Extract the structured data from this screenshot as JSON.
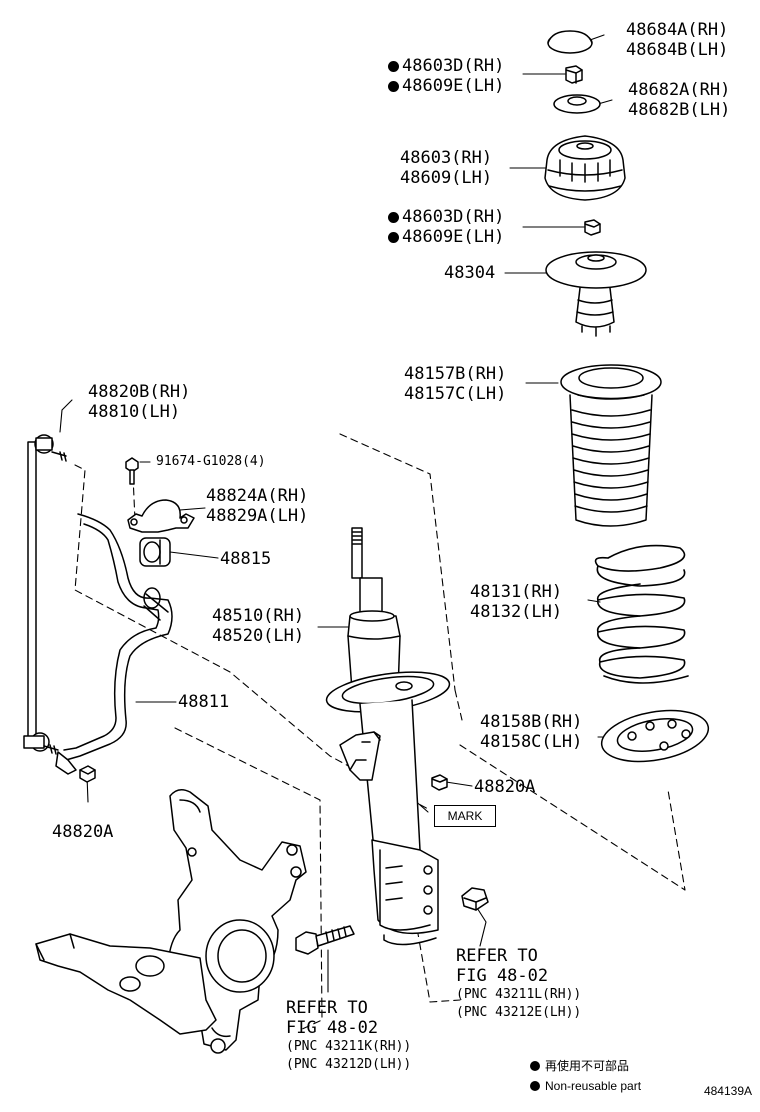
{
  "labels": {
    "cap": [
      "48684A(RH)",
      "48684B(LH)"
    ],
    "nut_top": [
      "48603D(RH)",
      "48609E(LH)"
    ],
    "seat": [
      "48682A(RH)",
      "48682B(LH)"
    ],
    "support": [
      "48603(RH)",
      "48609(LH)"
    ],
    "nut_mid": [
      "48603D(RH)",
      "48609E(LH)"
    ],
    "upper_seat": "48304",
    "bumper": [
      "48157B(RH)",
      "48157C(LH)"
    ],
    "link": [
      "48820B(RH)",
      "48810(LH)"
    ],
    "bolt": "91674-G1028(4)",
    "bracket": [
      "48824A(RH)",
      "48829A(LH)"
    ],
    "bushing": "48815",
    "coil": [
      "48131(RH)",
      "48132(LH)"
    ],
    "absorber": [
      "48510(RH)",
      "48520(LH)"
    ],
    "insulator": [
      "48158B(RH)",
      "48158C(LH)"
    ],
    "stabilizer": "48811",
    "nut_right": "48820A",
    "nut_left": "48820A",
    "mark": "MARK"
  },
  "refer_right": {
    "line1": "REFER TO",
    "line2": "FIG 48-02",
    "line3": "(PNC 43211L(RH))",
    "line4": "(PNC 43212E(LH))"
  },
  "refer_left": {
    "line1": "REFER TO",
    "line2": "FIG 48-02",
    "line3": "(PNC 43211K(RH))",
    "line4": "(PNC 43212D(LH))"
  },
  "legend": {
    "japanese": "再使用不可部品",
    "english": "Non-reusable part"
  },
  "figure_id": "484139A"
}
